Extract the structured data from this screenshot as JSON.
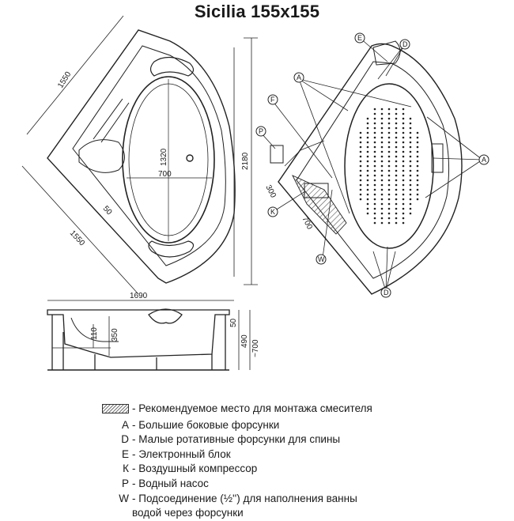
{
  "title": "Sicilia 155x155",
  "dimensions": {
    "side_a": "1550",
    "side_b": "1550",
    "diagonal": "1690",
    "depth_total": "2180",
    "inner_length": "1320",
    "inner_width": "700",
    "corner_offset": "50",
    "left_cutout": "300",
    "left_cutout_b": "700",
    "height_110": "110",
    "height_350": "350",
    "height_50": "50",
    "height_490": "490",
    "height_700": "~700"
  },
  "callouts": {
    "A": "A",
    "D": "D",
    "E": "E",
    "F": "F",
    "P": "P",
    "K": "K",
    "W": "W"
  },
  "legend": {
    "mixer": "- Рекомендуемое место для монтажа смесителя",
    "items": [
      {
        "key": "A",
        "text": "- Большие боковые форсунки"
      },
      {
        "key": "D",
        "text": "- Малые ротативные форсунки для спины"
      },
      {
        "key": "E",
        "text": "- Электронный блок"
      },
      {
        "key": "К",
        "text": "- Воздушный компрессор"
      },
      {
        "key": "P",
        "text": "- Водный насос"
      },
      {
        "key": "W",
        "text": "- Подсоединение (½'') для наполнения ванны"
      }
    ],
    "w_continuation": "водой через форсунки"
  }
}
